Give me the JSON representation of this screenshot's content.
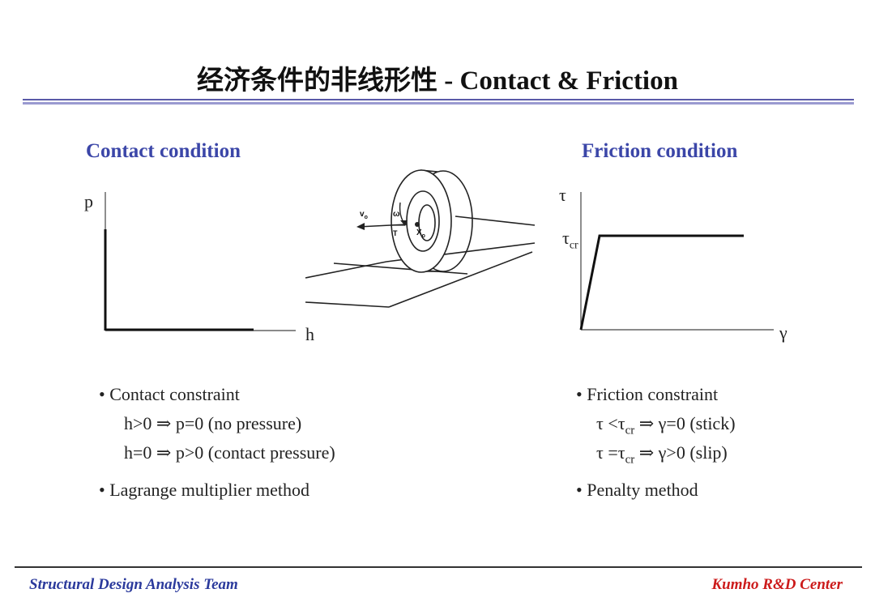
{
  "title": "经济条件的非线形性 - Contact & Friction",
  "contact": {
    "heading": "Contact condition",
    "y_axis": "p",
    "x_axis": "h",
    "bullet1": "Contact constraint",
    "line1": "h>0 ⇒  p=0  (no pressure)",
    "line2": "h=0 ⇒  p>0  (contact pressure)",
    "bullet2": "Lagrange multiplier method"
  },
  "tire": {
    "v_label": "v",
    "v_sub": "o",
    "omega_label": "ω",
    "t_label": "T",
    "x_label": "X",
    "x_sub": "o"
  },
  "friction": {
    "heading": "Friction condition",
    "y_axis": "τ",
    "tau_cr": "τ",
    "tau_cr_sub": "cr",
    "x_axis": "γ",
    "bullet1": "Friction constraint",
    "line1_a": "τ <τ",
    "line1_sub": "cr",
    "line1_b": " ⇒  γ=0  (stick)",
    "line2_a": "τ =τ",
    "line2_sub": "cr",
    "line2_b": " ⇒  γ>0  (slip)",
    "bullet2": "Penalty method"
  },
  "footer": {
    "left": "Structural Design Analysis Team",
    "right": "Kumho R&D Center"
  }
}
